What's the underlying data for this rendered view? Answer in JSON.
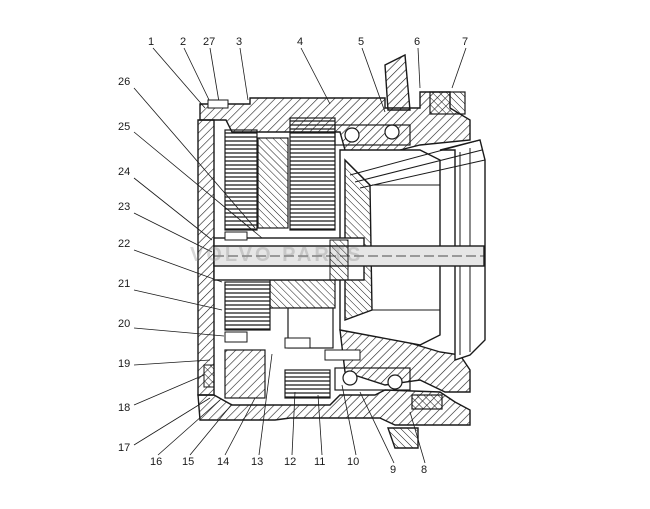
{
  "diagram": {
    "part_labels": {
      "p1": "1",
      "p2": "2",
      "p27": "27",
      "p3": "3",
      "p4": "4",
      "p5": "5",
      "p6": "6",
      "p7": "7",
      "p26": "26",
      "p25": "25",
      "p24": "24",
      "p23": "23",
      "p22": "22",
      "p21": "21",
      "p20": "20",
      "p19": "19",
      "p18": "18",
      "p17": "17",
      "p16": "16",
      "p15": "15",
      "p14": "14",
      "p13": "13",
      "p12": "12",
      "p11": "11",
      "p10": "10",
      "p9": "9",
      "p8": "8"
    },
    "watermark": "VOLVO PARTS",
    "colors": {
      "ink": "#1a1a1a",
      "paper": "#ffffff"
    }
  }
}
